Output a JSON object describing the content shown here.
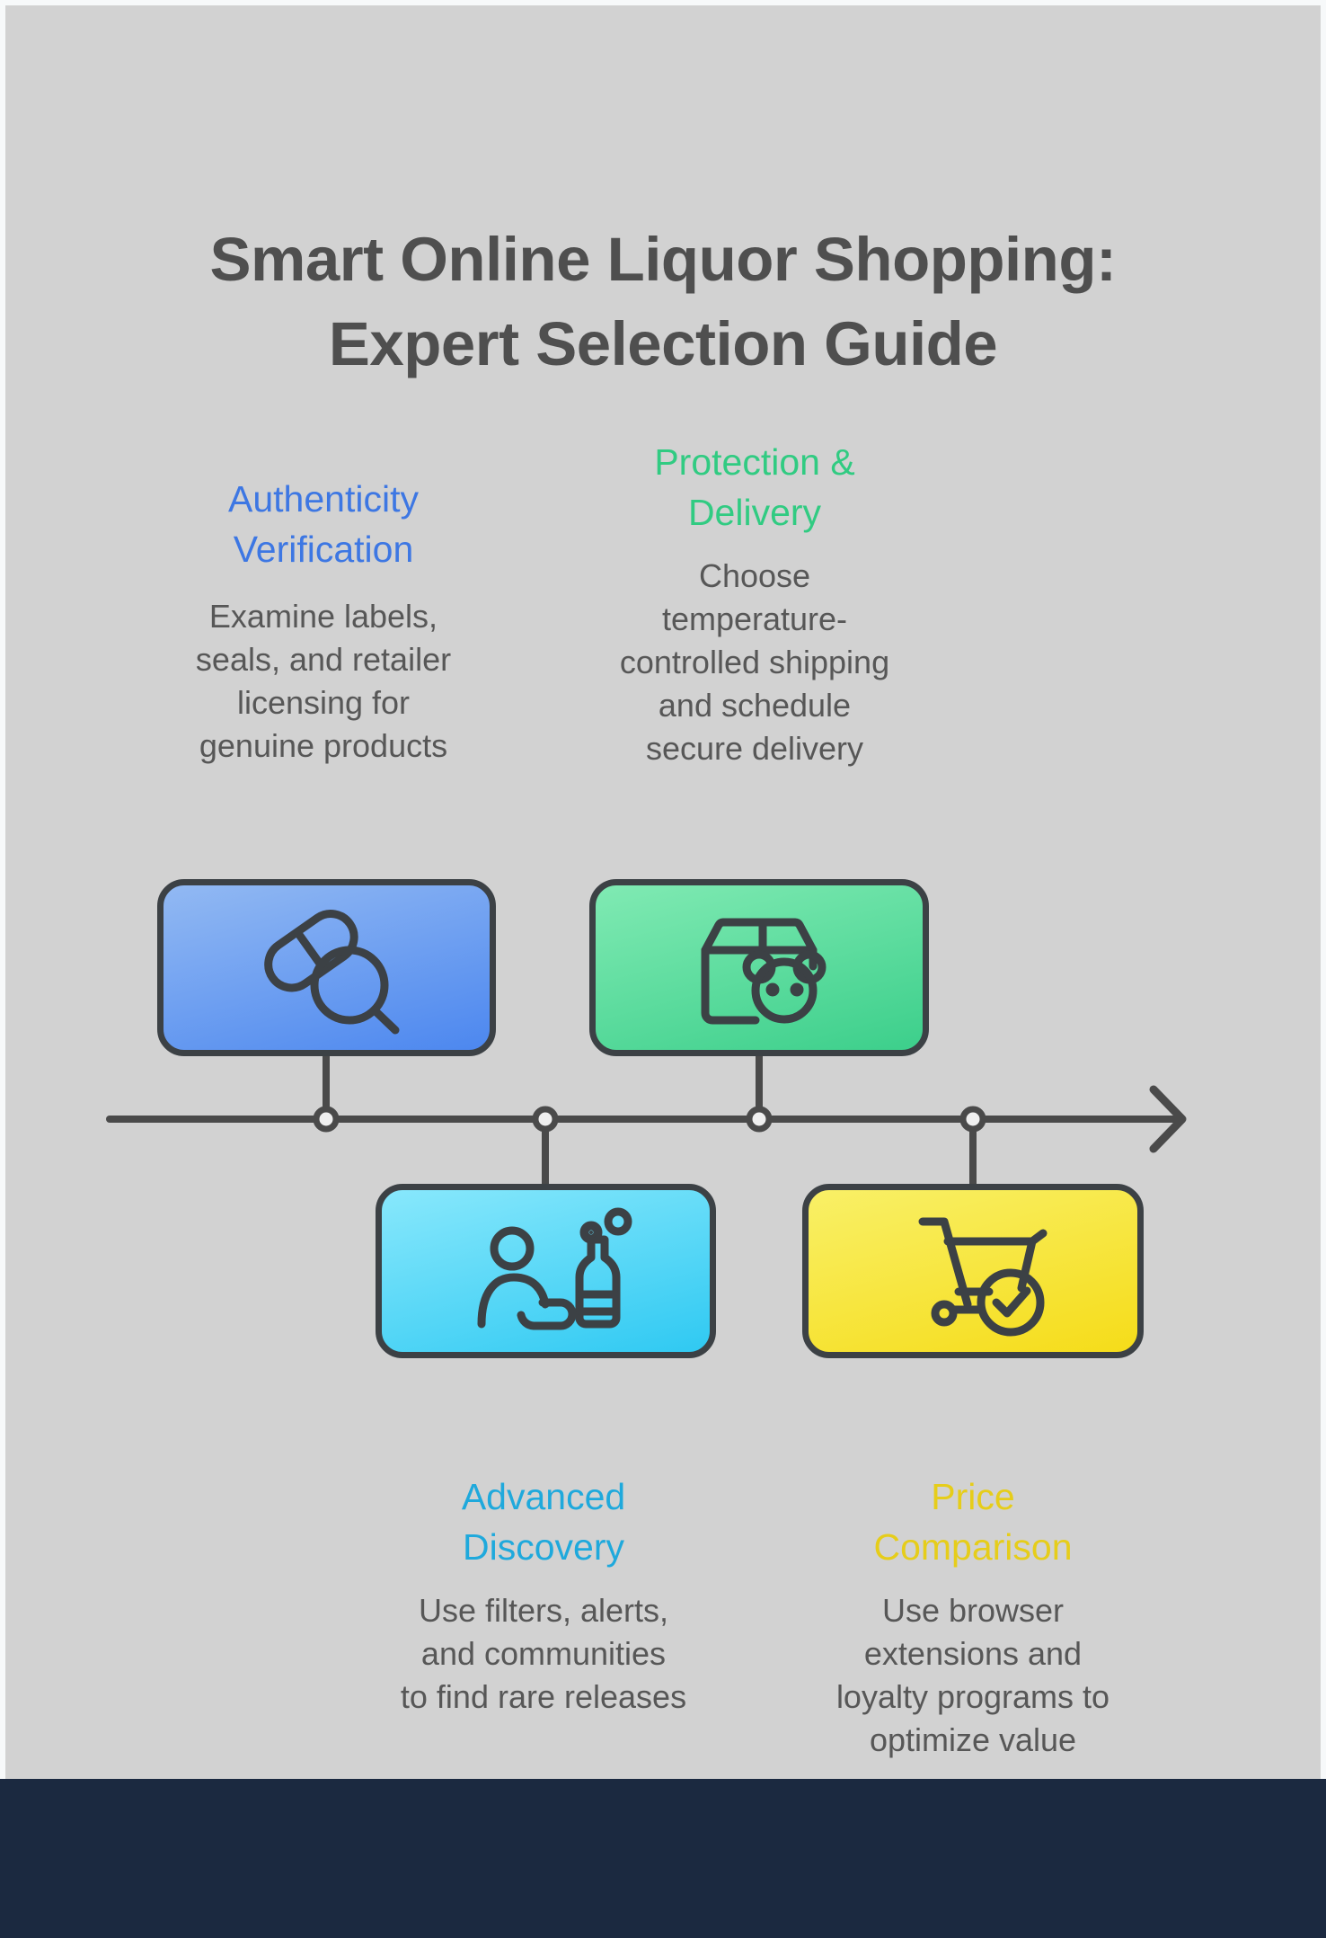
{
  "page": {
    "title": "Smart Online Liquor Shopping:\nExpert Selection Guide",
    "background_color": "#d2d2d2",
    "frame_color": "#f7f9fa",
    "footer_color": "#1b2940",
    "timeline_color": "#4a4a4a",
    "node_fill_color": "#efefef",
    "card_border_color": "#3c4145",
    "title_color": "#4f4f4f",
    "body_text_color": "#575757"
  },
  "steps": [
    {
      "id": "authenticity-verification",
      "heading": "Authenticity\nVerification",
      "body": "Examine labels,\nseals, and retailer\nlicensing for\ngenuine products",
      "heading_color": "#3d77e3",
      "icon": "pills-magnifier-icon",
      "card_gradient_top": "#92b9f3",
      "card_gradient_bottom": "#4c87ef",
      "position": "above-timeline"
    },
    {
      "id": "protection-delivery",
      "heading": "Protection &\nDelivery",
      "body": "Choose\ntemperature-\ncontrolled shipping\nand schedule\nsecure delivery",
      "heading_color": "#31cb82",
      "icon": "package-bear-icon",
      "card_gradient_top": "#80eab3",
      "card_gradient_bottom": "#3ccf8b",
      "position": "above-timeline"
    },
    {
      "id": "advanced-discovery",
      "heading": "Advanced\nDiscovery",
      "body": "Use filters, alerts,\nand communities\nto find rare releases",
      "heading_color": "#1fa9dc",
      "icon": "person-bottle-icon",
      "card_gradient_top": "#88e8fc",
      "card_gradient_bottom": "#2fc9f2",
      "position": "below-timeline"
    },
    {
      "id": "price-comparison",
      "heading": "Price\nComparison",
      "body": "Use browser\nextensions and\nloyalty programs to\noptimize value",
      "heading_color": "#e6cd1a",
      "icon": "cart-check-icon",
      "card_gradient_top": "#f9f067",
      "card_gradient_bottom": "#f5dc19",
      "position": "below-timeline"
    }
  ]
}
